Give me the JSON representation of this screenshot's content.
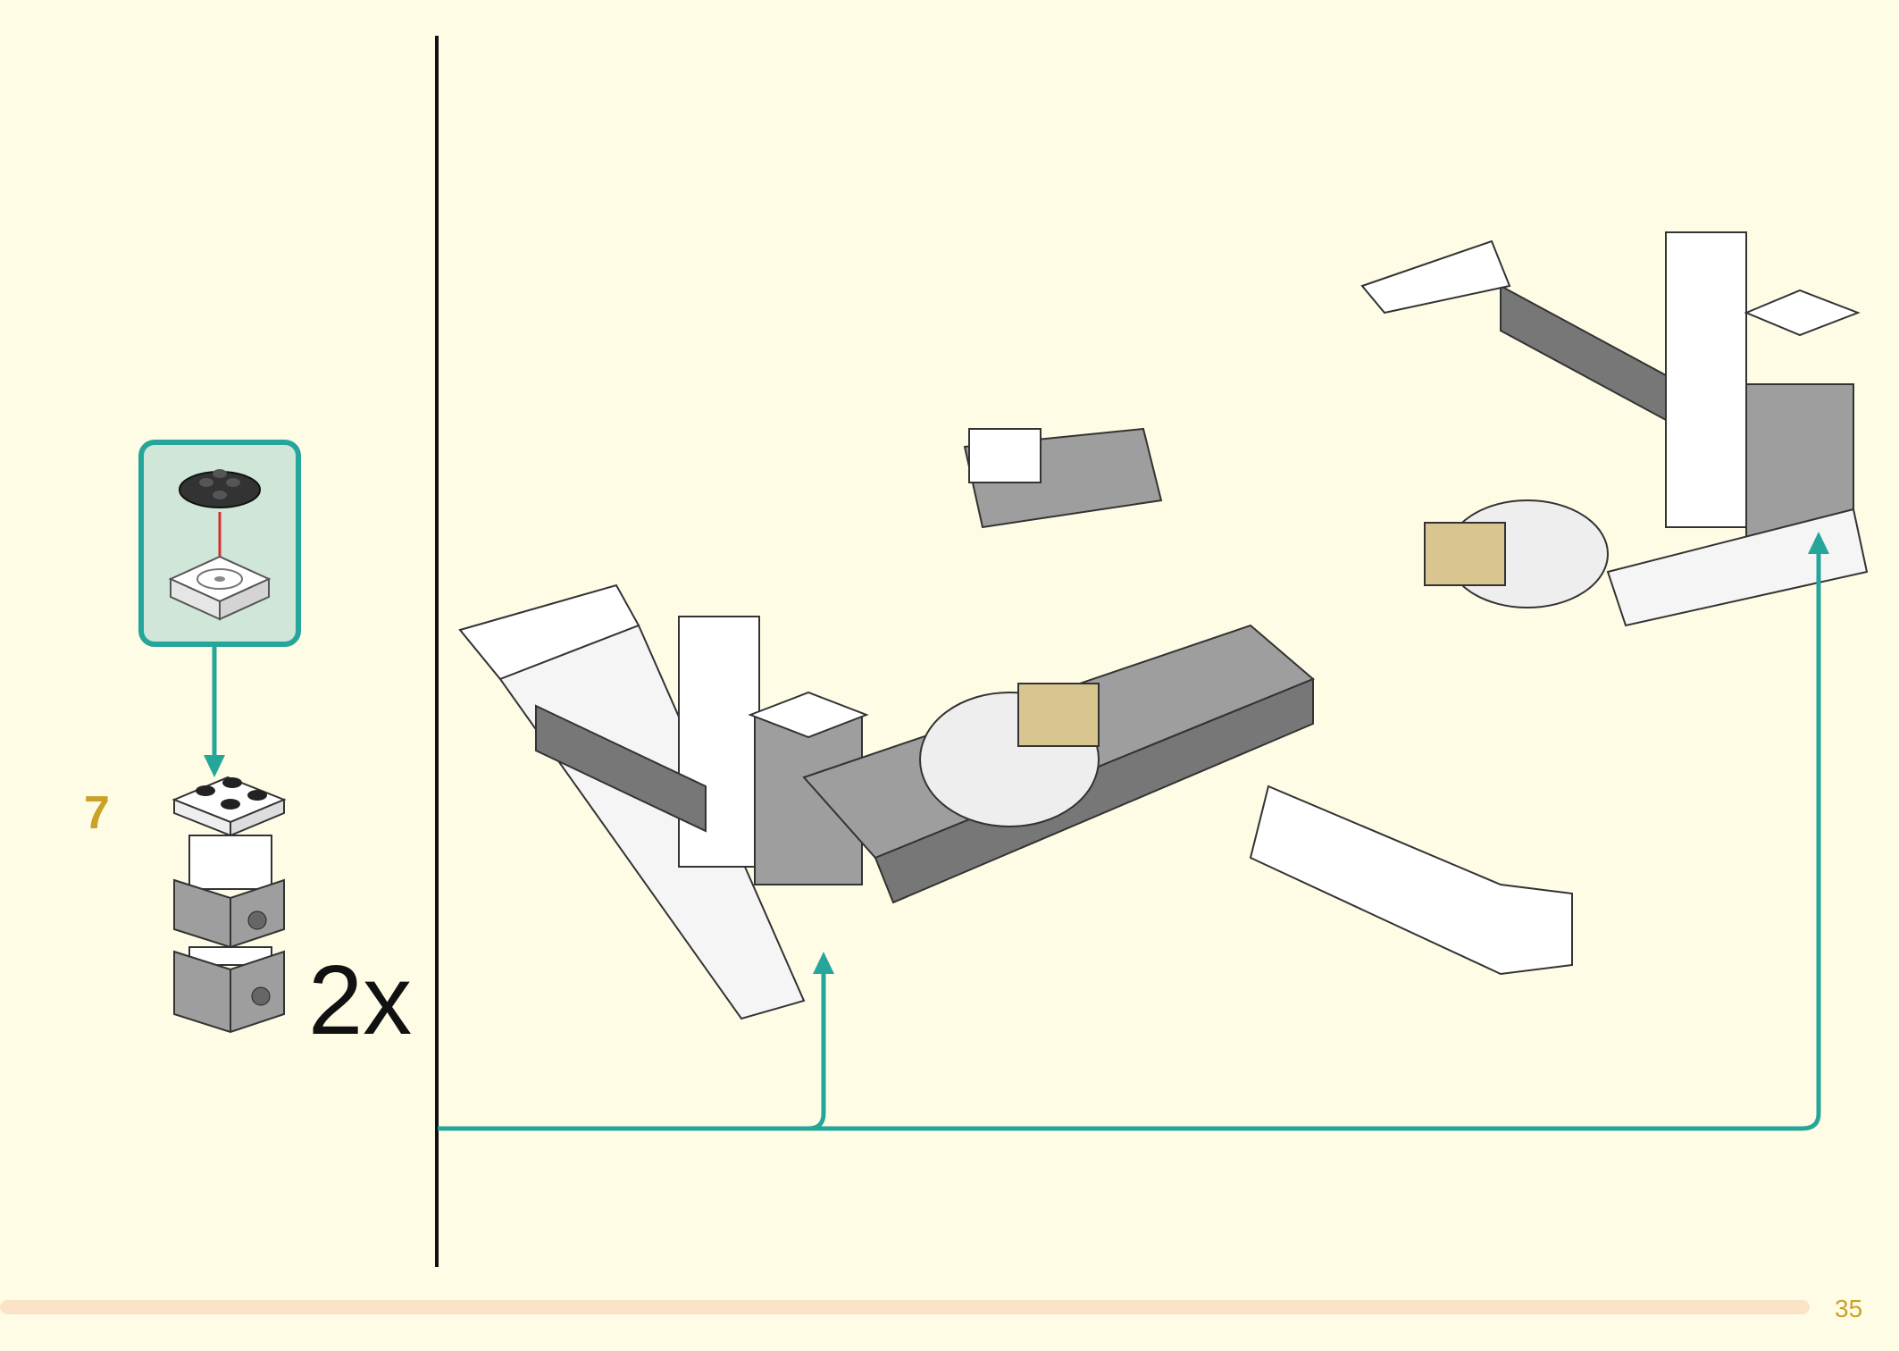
{
  "step": {
    "number": "7",
    "quantity": "2x"
  },
  "page": {
    "number": "35"
  },
  "colors": {
    "background": "#fffce6",
    "accent_teal": "#26a69a",
    "step_number": "#c9a227",
    "footer_bar": "#fbe3c8",
    "arrow_red": "#d32f2f"
  },
  "icons": {
    "callout_arrow": "arrow-down-icon",
    "assembly_arrows": "arrow-up-icon"
  }
}
